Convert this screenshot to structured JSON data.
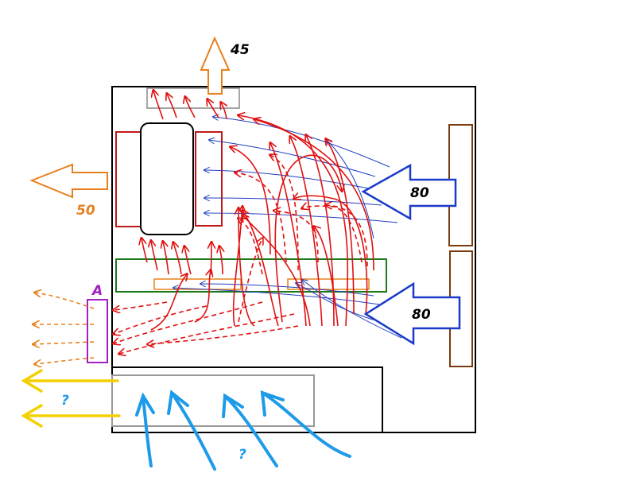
{
  "labels": {
    "top_exhaust": "45",
    "left_exhaust": "50",
    "intake_upper": "80",
    "intake_lower": "80",
    "vent_a": "A",
    "bottom_left_unknown": "?",
    "bottom_intake_unknown": "?"
  },
  "colors": {
    "case_outline": "#000000",
    "hot_flow": "#e01010",
    "cool_flow": "#2040c0",
    "intake_arrow": "#1a3ac8",
    "exhaust_arrow": "#e8801e",
    "psu_flow": "#f5d000",
    "bottom_intake": "#1e9be8",
    "motherboard_card": "#1a7a1a",
    "vent_a": "#a020c0",
    "drive_cage": "#7a3a10",
    "heatsink": "#c01818",
    "label_blue": "#1e9be8",
    "label_orange": "#e8801e"
  }
}
